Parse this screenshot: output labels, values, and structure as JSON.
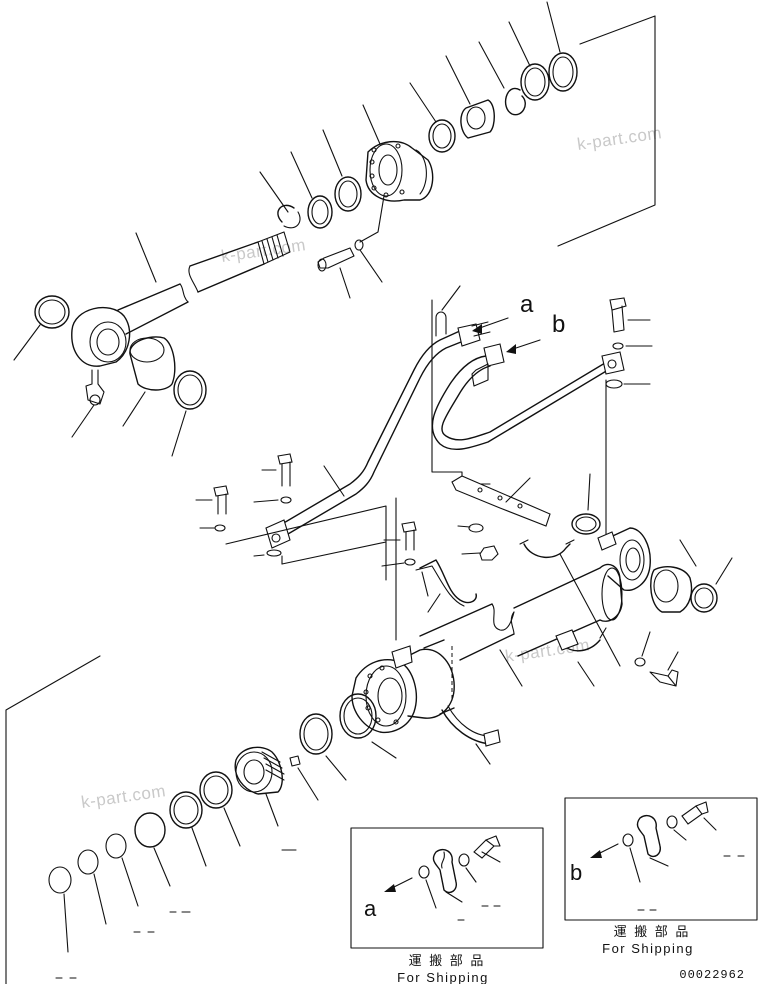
{
  "callouts": {
    "a": "a",
    "b": "b"
  },
  "watermark": "k-part.com",
  "inset_a": {
    "letter": "a",
    "caption_jp": "運 搬 部 品",
    "caption_en": "For Shipping"
  },
  "inset_b": {
    "letter": "b",
    "caption_jp": "運 搬 部 品",
    "caption_en": "For Shipping"
  },
  "drawing_number": "00022962"
}
